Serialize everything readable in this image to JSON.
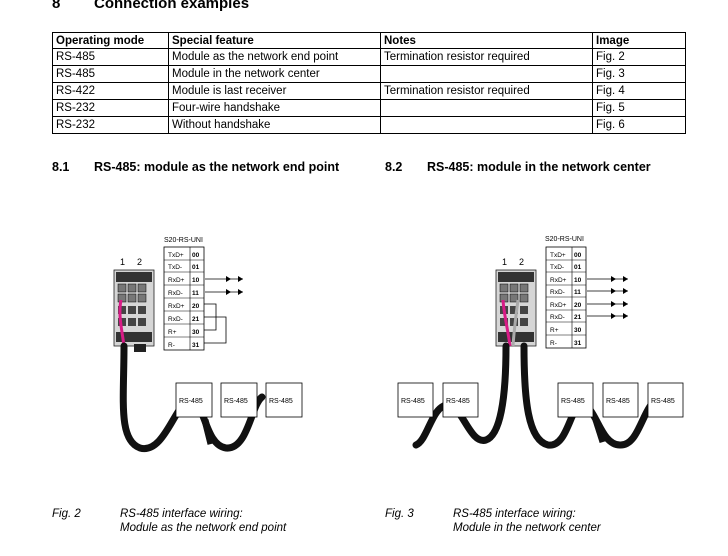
{
  "chapter": {
    "number": "8",
    "title": "Connection examples"
  },
  "table": {
    "headers": [
      "Operating mode",
      "Special feature",
      "Notes",
      "Image"
    ],
    "rows": [
      [
        "RS-485",
        "Module as the network end point",
        "Termination resistor required",
        "Fig. 2"
      ],
      [
        "RS-485",
        "Module in the network center",
        "",
        "Fig. 3"
      ],
      [
        "RS-422",
        "Module is last receiver",
        "Termination resistor required",
        "Fig. 4"
      ],
      [
        "RS-232",
        "Four-wire handshake",
        "",
        "Fig. 5"
      ],
      [
        "RS-232",
        "Without handshake",
        "",
        "Fig. 6"
      ]
    ]
  },
  "sections": [
    {
      "number": "8.1",
      "title": "RS-485: module as the network end point"
    },
    {
      "number": "8.2",
      "title": "RS-485: module in the network center"
    }
  ],
  "diagram": {
    "module_name": "S20-RS-UNI",
    "slot_labels": [
      "1",
      "2"
    ],
    "terminals": [
      {
        "signal": "TxD+",
        "pin": "00"
      },
      {
        "signal": "TxD-",
        "pin": "01"
      },
      {
        "signal": "RxD+",
        "pin": "10"
      },
      {
        "signal": "RxD-",
        "pin": "11"
      },
      {
        "signal": "RxD+",
        "pin": "20"
      },
      {
        "signal": "RxD-",
        "pin": "21"
      },
      {
        "signal": "R+",
        "pin": "30"
      },
      {
        "signal": "R-",
        "pin": "31"
      }
    ],
    "device_label": "RS-485"
  },
  "captions": [
    {
      "fig": "Fig. 2",
      "line1": "RS-485 interface wiring:",
      "line2": "Module as the network end point"
    },
    {
      "fig": "Fig. 3",
      "line1": "RS-485 interface wiring:",
      "line2": "Module in the network center"
    }
  ]
}
